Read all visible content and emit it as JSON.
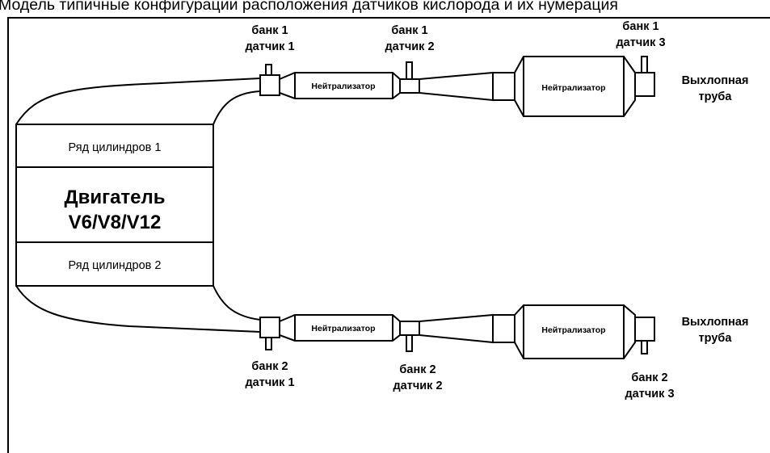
{
  "caption": "Модель типичные конфигурации расположения датчиков кислорода и их нумерация",
  "engine": {
    "title_line1": "Двигатель",
    "title_line2": "V6/V8/V12",
    "row1": "Ряд цилиндров 1",
    "row2": "Ряд цилиндров 2"
  },
  "catalyst_label": "Нейтрализатор",
  "sensors": {
    "b1s1": [
      "банк 1",
      "датчик 1"
    ],
    "b1s2": [
      "банк 1",
      "датчик 2"
    ],
    "b1s3": [
      "банк 1",
      "датчик 3"
    ],
    "b2s1": [
      "банк 2",
      "датчик 1"
    ],
    "b2s2": [
      "банк 2",
      "датчик 2"
    ],
    "b2s3": [
      "банк 2",
      "датчик 3"
    ]
  },
  "exhaust": {
    "top": [
      "Выхлопная",
      "труба"
    ],
    "bottom": [
      "Выхлопная",
      "труба"
    ]
  }
}
